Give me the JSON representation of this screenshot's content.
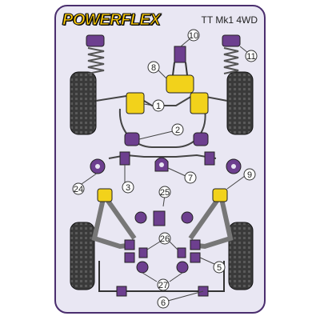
{
  "brand": {
    "logo_text": "POWERFLEX"
  },
  "model": {
    "label": "TT Mk1 4WD"
  },
  "colors": {
    "frame": "#4a2e6e",
    "background": "#e9e7f3",
    "bush_purple": "#6d3f8f",
    "bush_yellow": "#f2d21b",
    "metal": "#9a9a9a",
    "tyre": "#2b2b2b"
  },
  "callouts": [
    "1",
    "2",
    "3",
    "5",
    "6",
    "7",
    "8",
    "9",
    "10",
    "11",
    "24",
    "25",
    "26",
    "27"
  ]
}
